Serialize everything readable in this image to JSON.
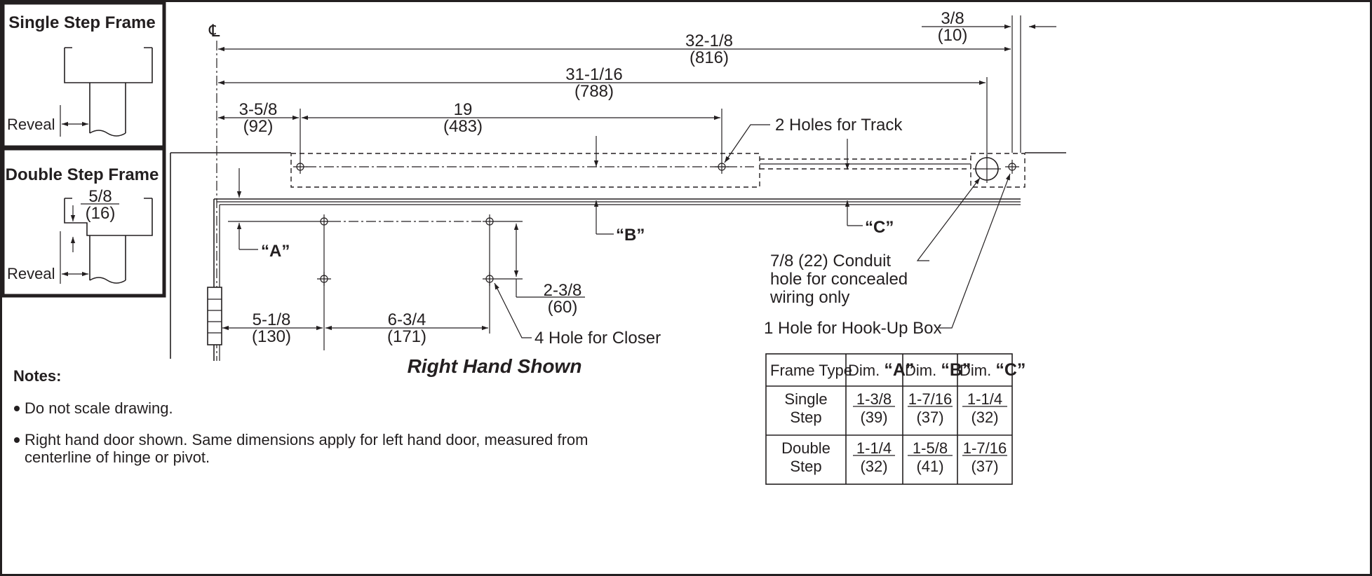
{
  "panels": {
    "single": {
      "title": "Single Step Frame",
      "reveal": "Reveal"
    },
    "double": {
      "title": "Double Step Frame",
      "dim": "5/8",
      "dim_mm": "(16)",
      "reveal": "Reveal"
    }
  },
  "centerline_symbol": "℄",
  "dimensions": {
    "overall_32": {
      "in": "32-1/8",
      "mm": "(816)"
    },
    "overall_31": {
      "in": "31-1/16",
      "mm": "(788)"
    },
    "offset_3_8": {
      "in": "3/8",
      "mm": "(10)"
    },
    "d_3_5_8": {
      "in": "3-5/8",
      "mm": "(92)"
    },
    "d_19": {
      "in": "19",
      "mm": "(483)"
    },
    "d_5_1_8": {
      "in": "5-1/8",
      "mm": "(130)"
    },
    "d_6_3_4": {
      "in": "6-3/4",
      "mm": "(171)"
    },
    "d_2_3_8": {
      "in": "2-3/8",
      "mm": "(60)"
    }
  },
  "callouts": {
    "track_holes": "2 Holes for Track",
    "closer_holes": "4 Hole for Closer",
    "conduit_1": "7/8 (22) Conduit",
    "conduit_2": "hole for concealed",
    "conduit_3": "wiring only",
    "hookup": "1 Hole for Hook-Up Box",
    "dim_a": "“A”",
    "dim_b": "“B”",
    "dim_c": "“C”"
  },
  "caption": "Right Hand Shown",
  "notes": {
    "heading": "Notes:",
    "items": [
      "Do not scale drawing.",
      "Right hand door shown.  Same dimensions apply for left hand door, measured from",
      "centerline of hinge or pivot."
    ]
  },
  "table": {
    "headers": [
      "Frame Type",
      "Dim. ",
      "Dim. ",
      "Dim. "
    ],
    "header_letters": [
      "“A”",
      "“B”",
      "“C”"
    ],
    "rows": [
      {
        "type_1": "Single",
        "type_2": "Step",
        "a_in": "1-3/8",
        "a_mm": "(39)",
        "b_in": "1-7/16",
        "b_mm": "(37)",
        "c_in": "1-1/4",
        "c_mm": "(32)"
      },
      {
        "type_1": "Double",
        "type_2": "Step",
        "a_in": "1-1/4",
        "a_mm": "(32)",
        "b_in": "1-5/8",
        "b_mm": "(41)",
        "c_in": "1-7/16",
        "c_mm": "(37)"
      }
    ]
  },
  "colors": {
    "ink": "#231f20",
    "background": "#ffffff"
  }
}
